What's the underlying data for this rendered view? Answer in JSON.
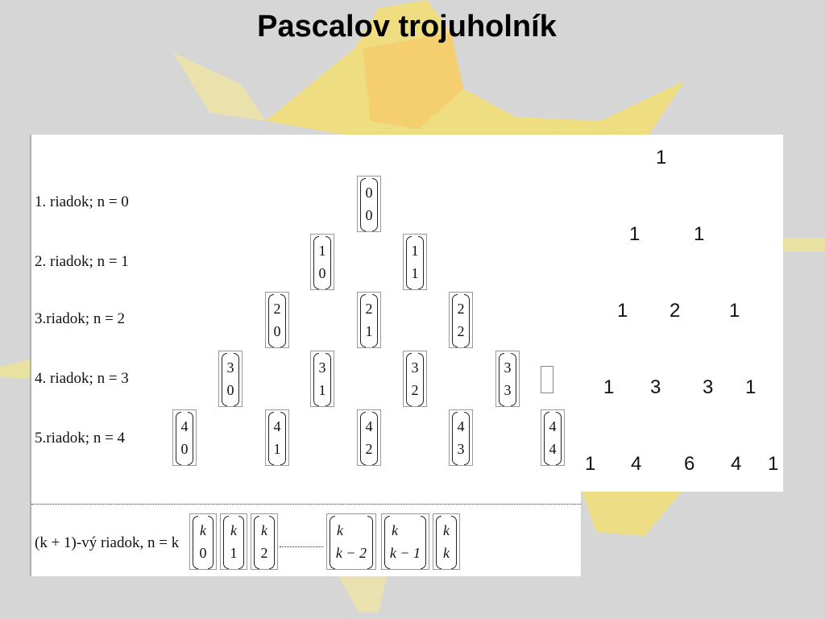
{
  "title": "Pascalov trojuholník",
  "rows": [
    {
      "label": "1. riadok; n = 0",
      "coefficients": [
        {
          "n": "0",
          "k": "0"
        }
      ]
    },
    {
      "label": "2. riadok; n = 1",
      "coefficients": [
        {
          "n": "1",
          "k": "0"
        },
        {
          "n": "1",
          "k": "1"
        }
      ]
    },
    {
      "label": "3.riadok;  n = 2",
      "coefficients": [
        {
          "n": "2",
          "k": "0"
        },
        {
          "n": "2",
          "k": "1"
        },
        {
          "n": "2",
          "k": "2"
        }
      ]
    },
    {
      "label": "4. riadok; n = 3",
      "coefficients": [
        {
          "n": "3",
          "k": "0"
        },
        {
          "n": "3",
          "k": "1"
        },
        {
          "n": "3",
          "k": "2"
        },
        {
          "n": "3",
          "k": "3"
        }
      ]
    },
    {
      "label": "5.riadok; n = 4",
      "coefficients": [
        {
          "n": "4",
          "k": "0"
        },
        {
          "n": "4",
          "k": "1"
        },
        {
          "n": "4",
          "k": "2"
        },
        {
          "n": "4",
          "k": "3"
        },
        {
          "n": "4",
          "k": "4"
        }
      ]
    }
  ],
  "general_row": {
    "label": "(k + 1)-vý riadok, n = k",
    "coefficients": [
      {
        "n": "k",
        "k": "0"
      },
      {
        "n": "k",
        "k": "1"
      },
      {
        "n": "k",
        "k": "2"
      },
      {
        "n": "k",
        "k": "k − 2"
      },
      {
        "n": "k",
        "k": "k − 1"
      },
      {
        "n": "k",
        "k": "k"
      }
    ]
  },
  "triangle_values": [
    [
      "1"
    ],
    [
      "1",
      "1"
    ],
    [
      "1",
      "2",
      "1"
    ],
    [
      "1",
      "3",
      "3",
      "1"
    ],
    [
      "1",
      "4",
      "6",
      "4",
      "1"
    ]
  ],
  "colors": {
    "background": "#d6d6d6",
    "sun": "#f2e07a",
    "panel": "#ffffff"
  }
}
